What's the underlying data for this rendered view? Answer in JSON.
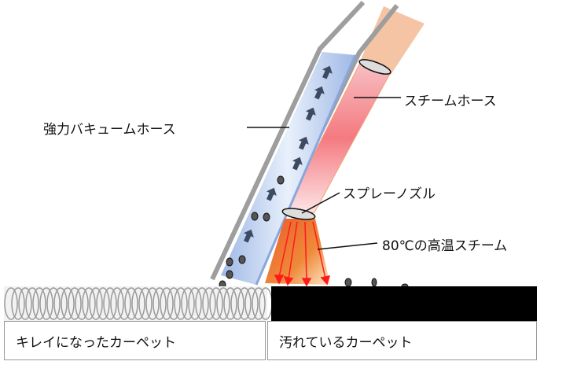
{
  "labels": {
    "vacuum_hose": "強力バキュームホース",
    "steam_hose": "スチームホース",
    "spray_nozzle": "スプレーノズル",
    "hot_steam": "80℃の高温スチーム"
  },
  "carpet": {
    "clean": "キレイになったカーペット",
    "dirty": "汚れているカーペット"
  },
  "colors": {
    "hose_outline": "#9e9e9e",
    "vacuum_tube": "#c8d8f2",
    "steam_tube": "#f47a80",
    "steam_hose_top": "#f5c4a5",
    "spray": "#ec6a2a",
    "arrow_up": "#3c4a62",
    "carpet_dirty": "#000000"
  }
}
